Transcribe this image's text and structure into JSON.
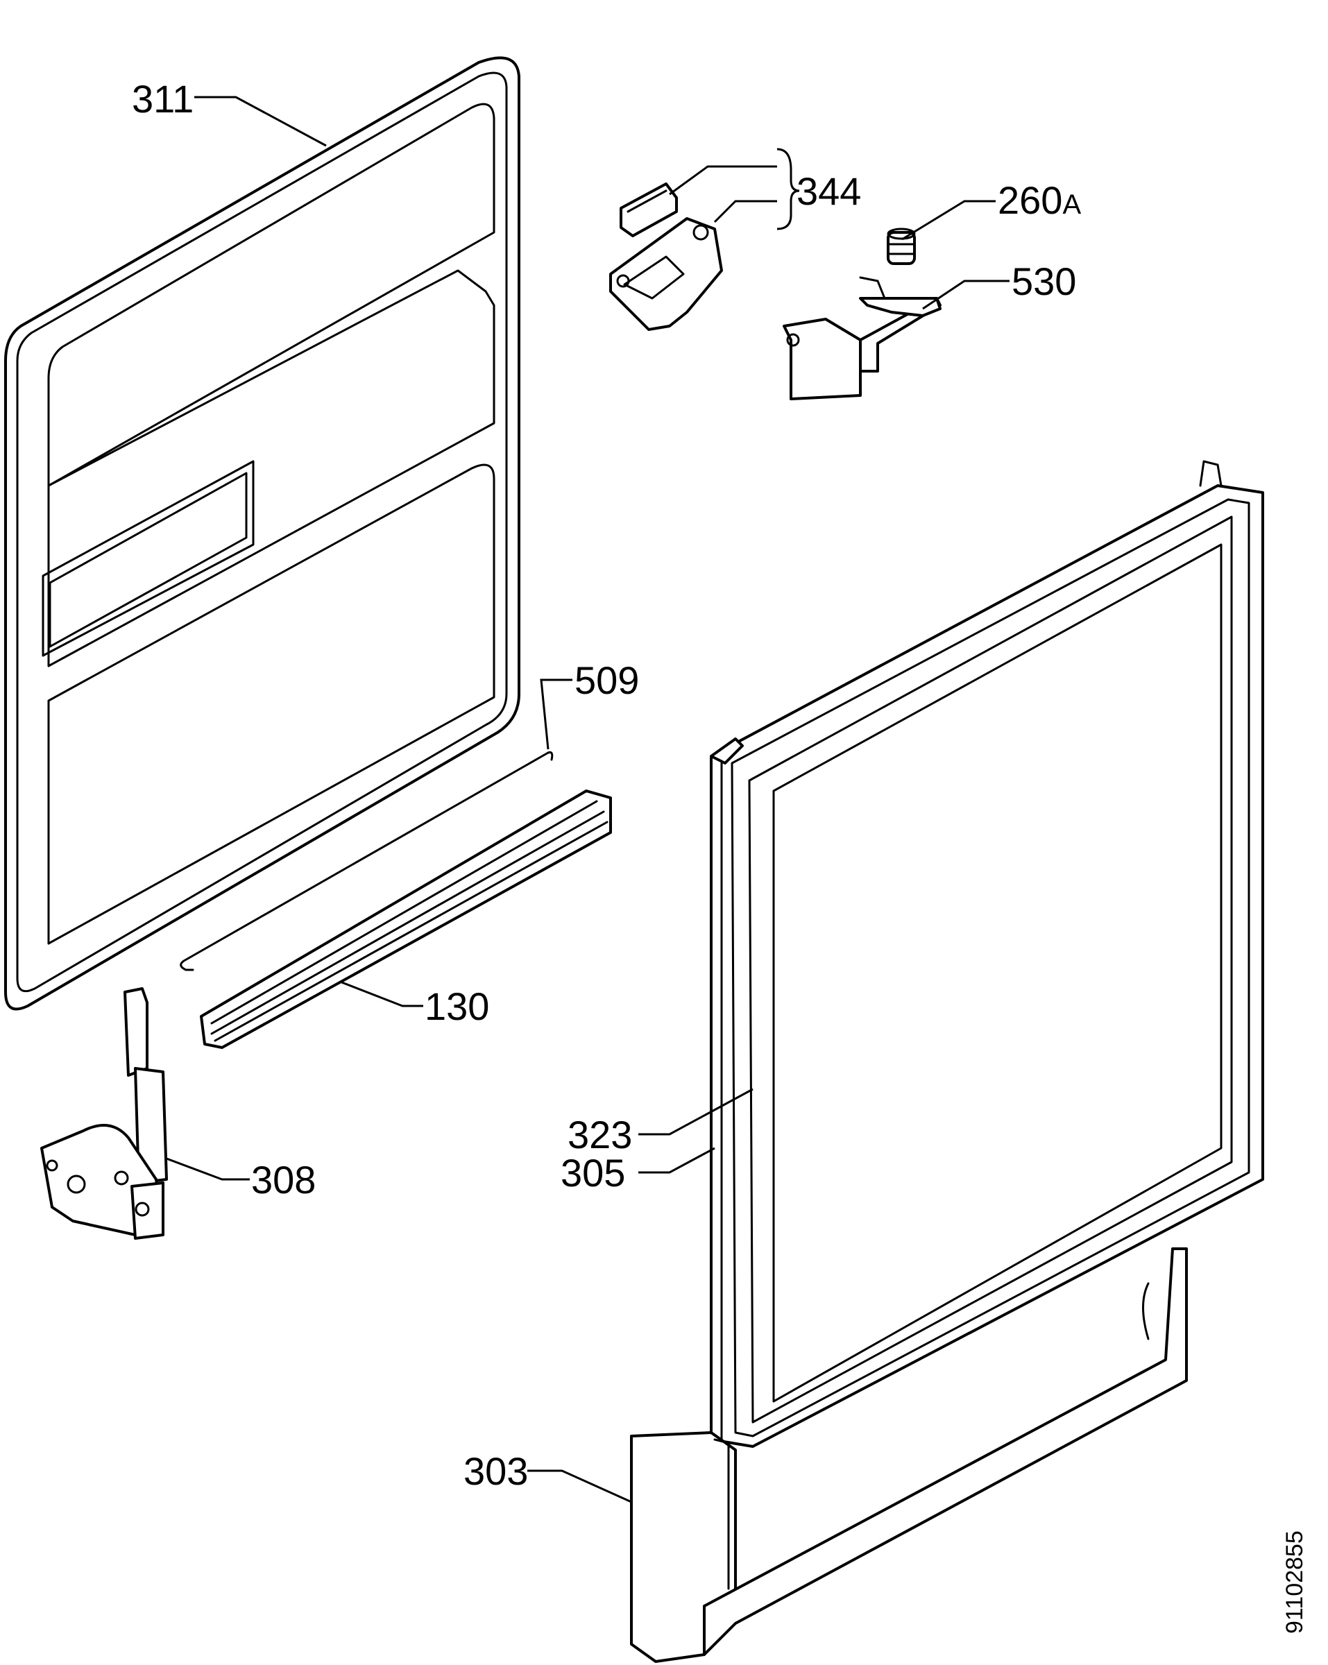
{
  "callouts": {
    "c311": "311",
    "c344": "344",
    "c260_num": "260",
    "c260_suffix": "A",
    "c530": "530",
    "c509": "509",
    "c130": "130",
    "c323": "323",
    "c305": "305",
    "c308": "308",
    "c303": "303"
  },
  "document_number": "91102855",
  "colors": {
    "line": "#000000",
    "background": "#ffffff"
  }
}
